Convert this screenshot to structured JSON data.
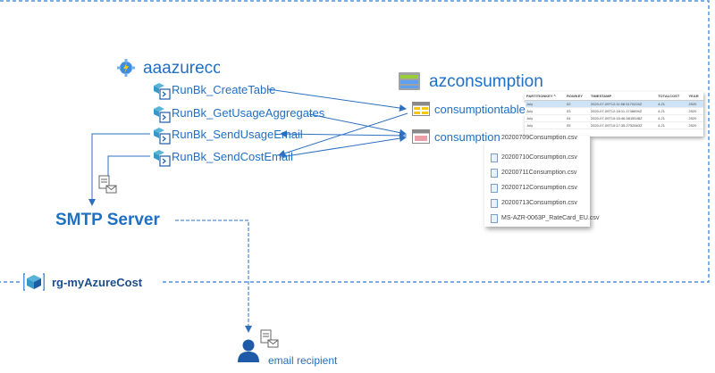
{
  "automation_account": {
    "name": "aaazurecost",
    "icon": "automation-account-icon"
  },
  "runbooks": [
    {
      "label": "RunBk_CreateTable"
    },
    {
      "label": "RunBk_GetUsageAggregates"
    },
    {
      "label": "RunBk_SendUsageEmail"
    },
    {
      "label": "RunBk_SendCostEmail"
    }
  ],
  "storage_account": {
    "name": "azconsumption",
    "icon": "storage-account-icon"
  },
  "storage_items": {
    "table": {
      "label": "consumptiontable",
      "icon": "table-icon"
    },
    "container": {
      "label": "consumption",
      "icon": "blob-container-icon"
    }
  },
  "table_preview": {
    "headers": [
      "PARTITIONKEY ^",
      "ROWKEY",
      "TIMESTAMP",
      "TOTALCOST",
      "YEAR"
    ],
    "rows": [
      [
        "July",
        "02",
        "2020-07-09T12:11:58.5170224Z",
        "4.21",
        "2020"
      ],
      [
        "July",
        "03",
        "2020-07-09T12:18:11.1748694Z",
        "4.21",
        "2020"
      ],
      [
        "July",
        "04",
        "2020-07-09T10:16:46.5815548Z",
        "4.21",
        "2020"
      ],
      [
        "July",
        "05",
        "2020-07-09T10:17:35.2752663Z",
        "4.21",
        "2020"
      ]
    ]
  },
  "files": [
    "20200709Consumption.csv",
    "20200710Consumption.csv",
    "20200711Consumption.csv",
    "20200712Consumption.csv",
    "20200713Consumption.csv",
    "MS-AZR-0063P_RateCard_EU.csv"
  ],
  "smtp": {
    "label": "SMTP Server"
  },
  "resource_group": {
    "label": "rg-myAzureCost",
    "icon": "resource-group-icon"
  },
  "recipient": {
    "label": "email recipient",
    "icon": "user-icon"
  },
  "colors": {
    "accent": "#1f6fc4",
    "dashed_border": "#2b7ad6",
    "dark_blue": "#1a4e8c"
  }
}
